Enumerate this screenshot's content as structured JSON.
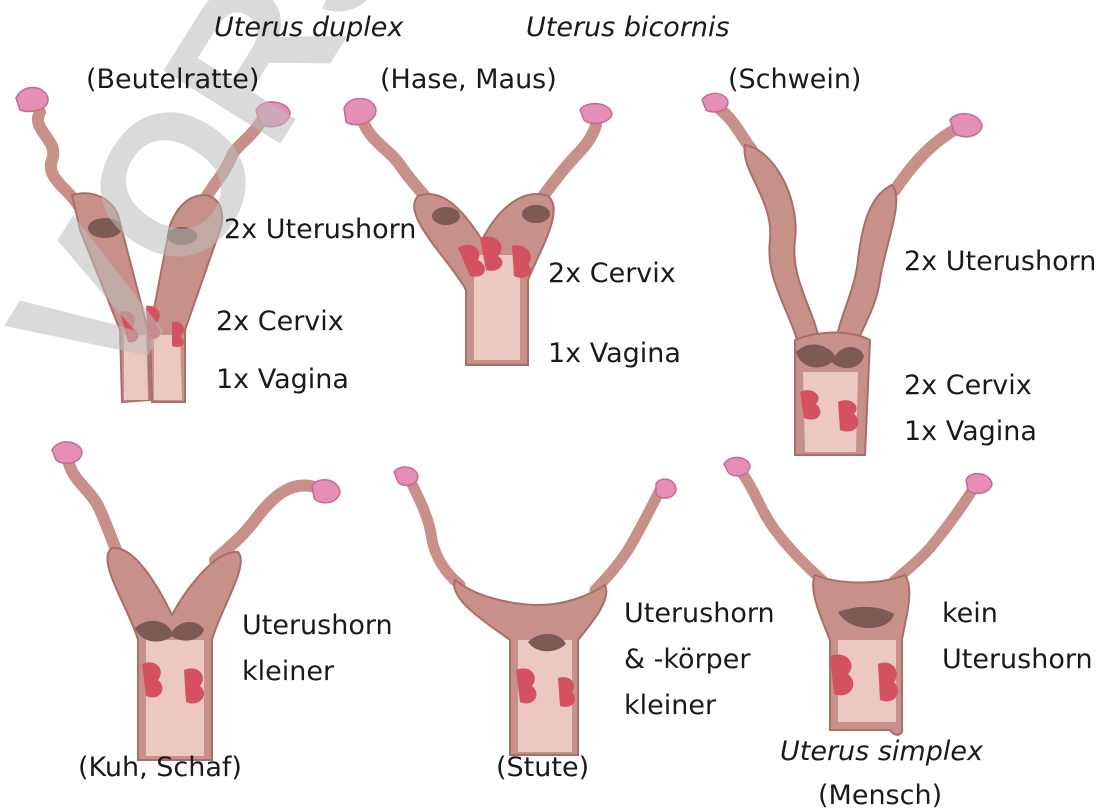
{
  "watermark": "VORSCHAU",
  "colors": {
    "outer": "#c7918a",
    "outer_edge": "#a86f69",
    "inner": "#ecc9c0",
    "dark": "#7d5a55",
    "cervix": "#d4525f",
    "ovary": "#e58fb6",
    "ovary_edge": "#c66a94",
    "watermark": "#bdbdbd"
  },
  "diagrams": [
    {
      "id": "beutelratte",
      "title": "Uterus duplex",
      "species": "(Beutelratte)",
      "labels": [
        "2x Uterushorn",
        "2x Cervix",
        "1x Vagina"
      ]
    },
    {
      "id": "hase-maus",
      "title": "Uterus bicornis",
      "species": "(Hase, Maus)",
      "labels": [
        "2x Cervix",
        "1x Vagina"
      ]
    },
    {
      "id": "schwein",
      "species": "(Schwein)",
      "labels": [
        "2x Uterushorn",
        "2x Cervix",
        "1x Vagina"
      ]
    },
    {
      "id": "kuh-schaf",
      "species": "(Kuh, Schaf)",
      "labels": [
        "Uterushorn",
        "kleiner"
      ]
    },
    {
      "id": "stute",
      "species": "(Stute)",
      "labels": [
        "Uterushorn",
        "& -körper",
        "kleiner"
      ]
    },
    {
      "id": "mensch",
      "title": "Uterus simplex",
      "species": "(Mensch)",
      "labels": [
        "kein",
        "Uterushorn"
      ]
    }
  ]
}
